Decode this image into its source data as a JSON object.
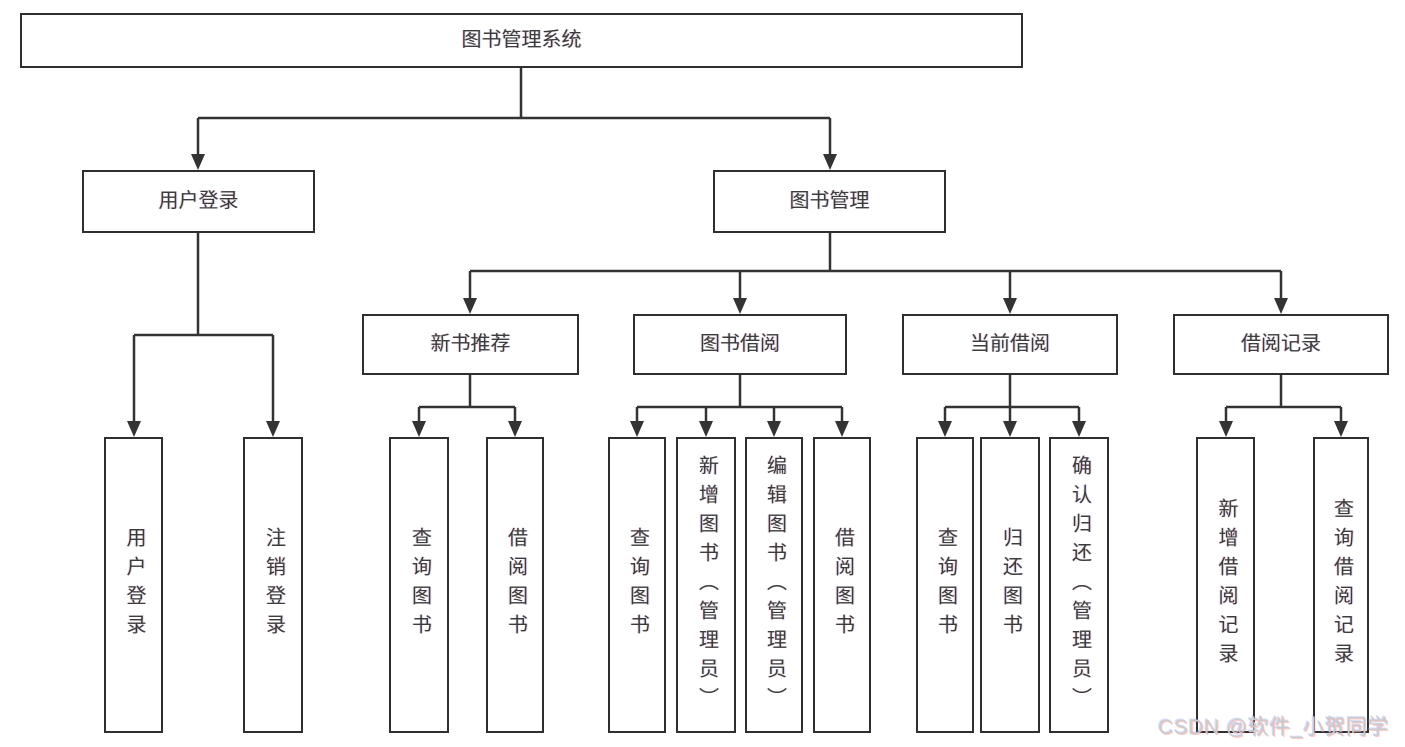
{
  "colors": {
    "line": "#333333",
    "box_border": "#2f2f2f",
    "text": "#3c3c3c",
    "watermark": "#cbcbcb",
    "background": "#ffffff"
  },
  "tree": {
    "root": {
      "label": "图书管理系统"
    },
    "level1": [
      {
        "label": "用户登录",
        "parent": "图书管理系统"
      },
      {
        "label": "图书管理",
        "parent": "图书管理系统"
      }
    ],
    "level2": [
      {
        "label": "新书推荐",
        "parent": "图书管理"
      },
      {
        "label": "图书借阅",
        "parent": "图书管理"
      },
      {
        "label": "当前借阅",
        "parent": "图书管理"
      },
      {
        "label": "借阅记录",
        "parent": "图书管理"
      }
    ],
    "leaves": [
      {
        "label": "用户登录",
        "parent": "用户登录"
      },
      {
        "label": "注销登录",
        "parent": "用户登录"
      },
      {
        "label": "查询图书",
        "parent": "新书推荐"
      },
      {
        "label": "借阅图书",
        "parent": "新书推荐"
      },
      {
        "label": "查询图书",
        "parent": "图书借阅"
      },
      {
        "label": "新增图书（管理员）",
        "parent": "图书借阅"
      },
      {
        "label": "编辑图书（管理员）",
        "parent": "图书借阅"
      },
      {
        "label": "借阅图书",
        "parent": "图书借阅"
      },
      {
        "label": "查询图书",
        "parent": "当前借阅"
      },
      {
        "label": "归还图书",
        "parent": "当前借阅"
      },
      {
        "label": "确认归还（管理员）",
        "parent": "当前借阅"
      },
      {
        "label": "新增借阅记录",
        "parent": "借阅记录"
      },
      {
        "label": "查询借阅记录",
        "parent": "借阅记录"
      }
    ]
  },
  "watermark": {
    "text": "CSDN @软件_小贺同学"
  }
}
